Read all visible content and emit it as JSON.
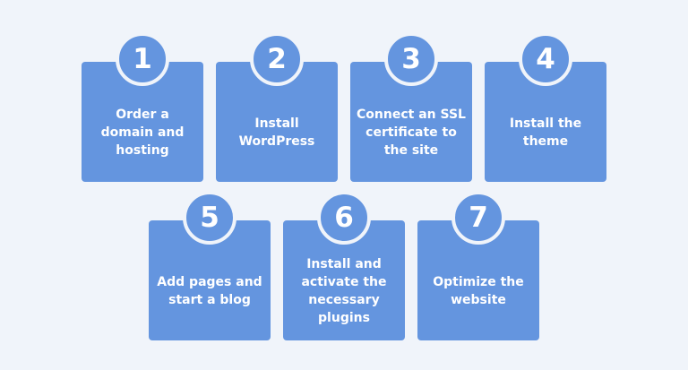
{
  "colors": {
    "background": "#f0f4fa",
    "card": "#6495df",
    "text": "#ffffff"
  },
  "steps": [
    {
      "number": "1",
      "label": "Order a domain and hosting"
    },
    {
      "number": "2",
      "label": "Install WordPress"
    },
    {
      "number": "3",
      "label": "Connect an SSL certificate to the site"
    },
    {
      "number": "4",
      "label": "Install the theme"
    },
    {
      "number": "5",
      "label": "Add pages and start a blog"
    },
    {
      "number": "6",
      "label": "Install and activate the necessary plugins"
    },
    {
      "number": "7",
      "label": "Optimize the website"
    }
  ]
}
